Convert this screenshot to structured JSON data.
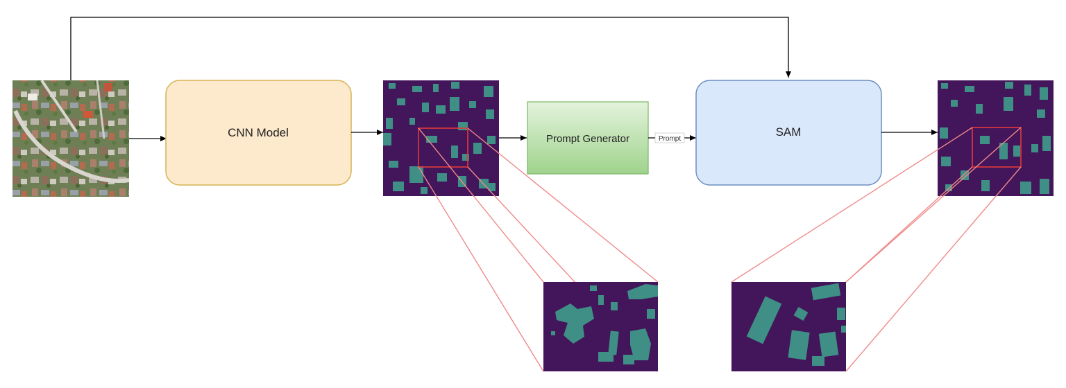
{
  "nodes": {
    "input_image": {
      "label": "",
      "icon": "aerial-photo"
    },
    "cnn": {
      "label": "CNN Model",
      "fill": "#fde9cc",
      "stroke": "#d7b252"
    },
    "cnn_mask": {
      "label": "",
      "icon": "segmentation-mask"
    },
    "prompt_generator": {
      "label": "Prompt Generator",
      "fill_top": "#e3f3dc",
      "fill_bottom": "#9fd38c",
      "stroke": "#7ab564"
    },
    "sam": {
      "label": "SAM",
      "fill": "#dae8fc",
      "stroke": "#6c8ebf"
    },
    "sam_mask": {
      "label": "",
      "icon": "segmentation-mask"
    },
    "cnn_zoom": {
      "label": "",
      "icon": "segmentation-mask-zoom"
    },
    "sam_zoom": {
      "label": "",
      "icon": "segmentation-mask-zoom"
    }
  },
  "edges": {
    "prompt_label": "Prompt"
  },
  "colors": {
    "mask_bg": "#43155a",
    "mask_fg": "#3f8f86",
    "highlight": "#e23a3a",
    "zoom_line": "#f08a8a",
    "arrow": "#000000"
  }
}
